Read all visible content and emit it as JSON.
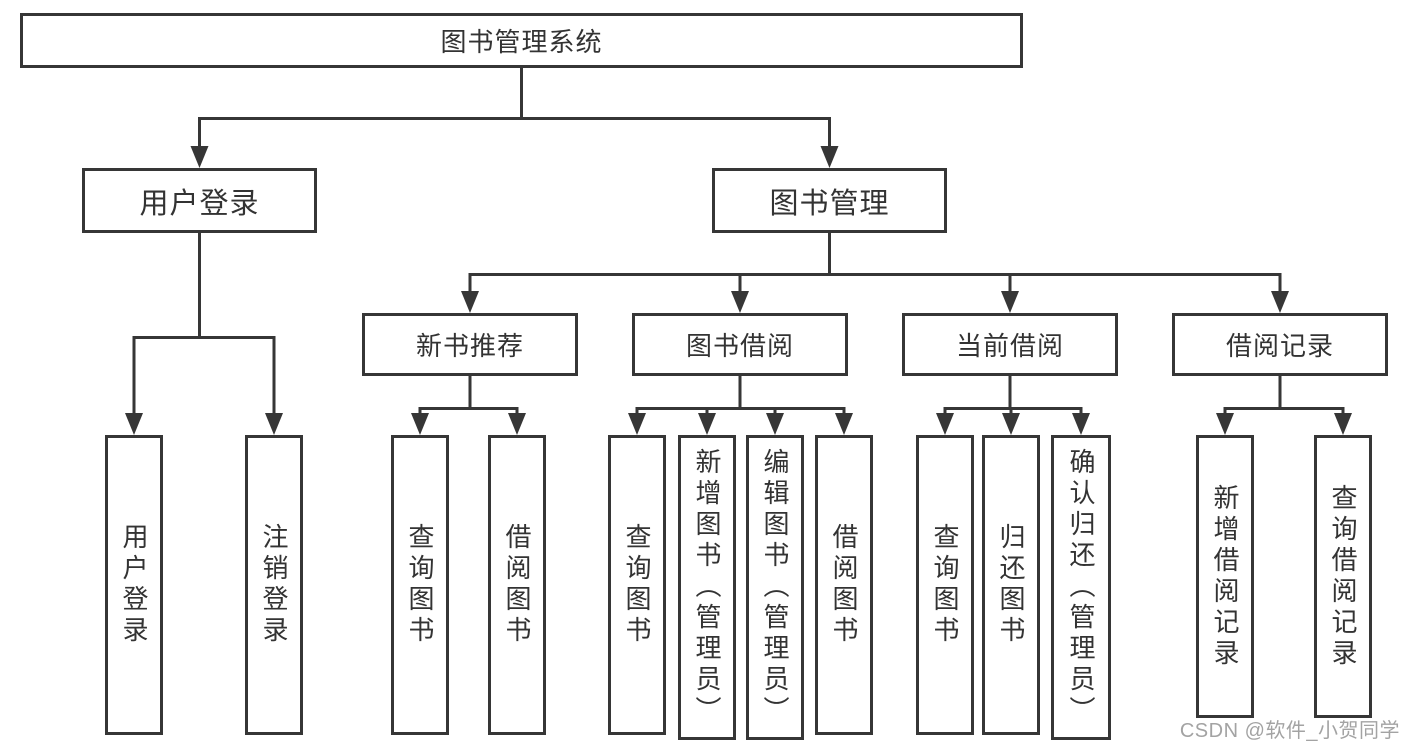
{
  "colors": {
    "line": "#363636",
    "box_border": "#363636",
    "text": "#333333",
    "watermark": "#a3a3a3",
    "background": "#ffffff"
  },
  "diagram": {
    "root": {
      "label": "图书管理系统"
    },
    "branches": [
      {
        "label": "用户登录",
        "children": [
          {
            "label": "用户登录"
          },
          {
            "label": "注销登录"
          }
        ]
      },
      {
        "label": "图书管理",
        "children": [
          {
            "label": "新书推荐",
            "children": [
              {
                "label": "查询图书"
              },
              {
                "label": "借阅图书"
              }
            ]
          },
          {
            "label": "图书借阅",
            "children": [
              {
                "label": "查询图书"
              },
              {
                "label": "新增图书（管理员）"
              },
              {
                "label": "编辑图书（管理员）"
              },
              {
                "label": "借阅图书"
              }
            ]
          },
          {
            "label": "当前借阅",
            "children": [
              {
                "label": "查询图书"
              },
              {
                "label": "归还图书"
              },
              {
                "label": "确认归还（管理员）"
              }
            ]
          },
          {
            "label": "借阅记录",
            "children": [
              {
                "label": "新增借阅记录"
              },
              {
                "label": "查询借阅记录"
              }
            ]
          }
        ]
      }
    ]
  },
  "watermark": {
    "text": "CSDN @软件_小贺同学"
  }
}
